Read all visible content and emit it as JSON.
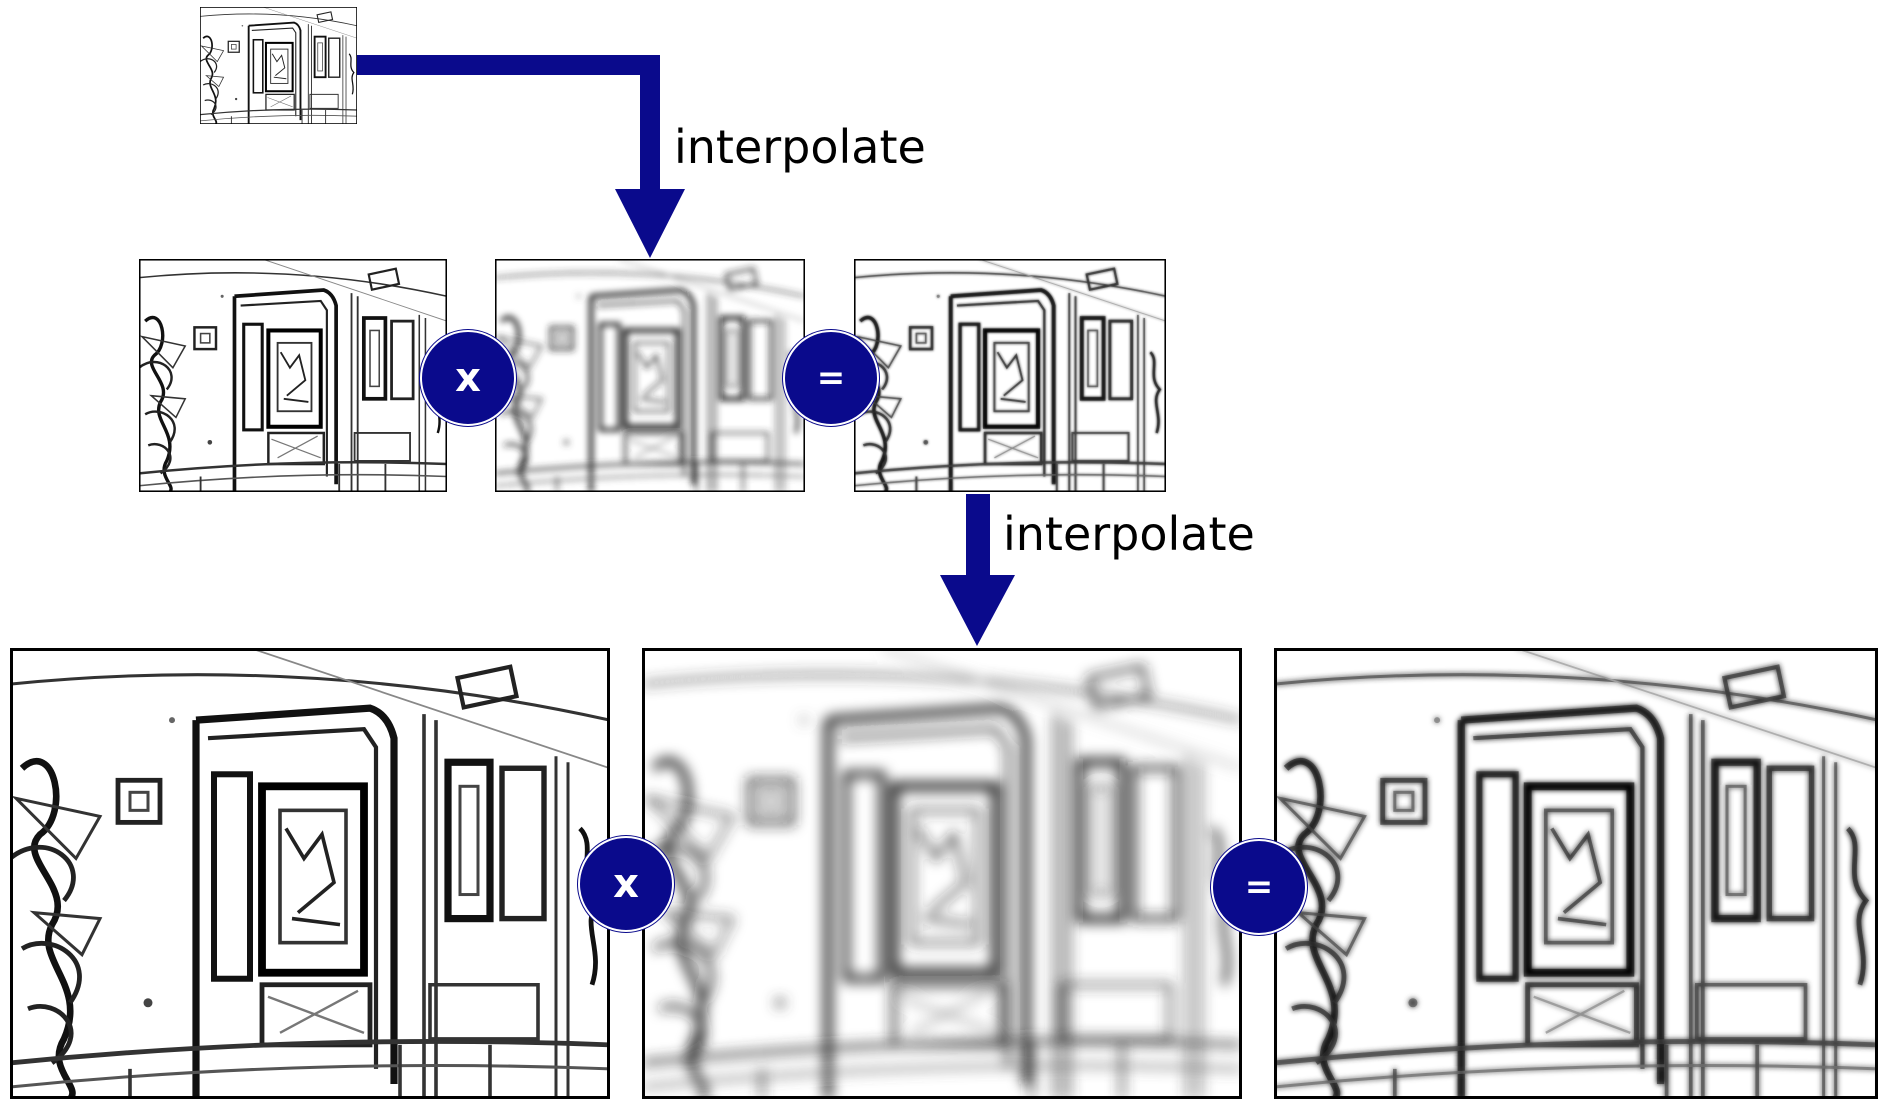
{
  "labels": {
    "interpolate_top": "interpolate",
    "interpolate_bottom": "interpolate"
  },
  "operators": {
    "row1_multiply": "x",
    "row1_equals": "=",
    "row2_multiply": "x",
    "row2_equals": "="
  },
  "colors": {
    "arrow": "#0a0a8c",
    "operator_fill": "#0a0a8c",
    "image_frame": "#000000"
  },
  "images": [
    {
      "id": "coarse-edge-map",
      "style": "sharp"
    },
    {
      "id": "row1-edge-map",
      "style": "sharp"
    },
    {
      "id": "row1-interpolated-map",
      "style": "blurred"
    },
    {
      "id": "row1-product-map",
      "style": "medium"
    },
    {
      "id": "row2-edge-map",
      "style": "sharp"
    },
    {
      "id": "row2-interpolated-map",
      "style": "blurred"
    },
    {
      "id": "row2-product-map",
      "style": "medium"
    }
  ]
}
